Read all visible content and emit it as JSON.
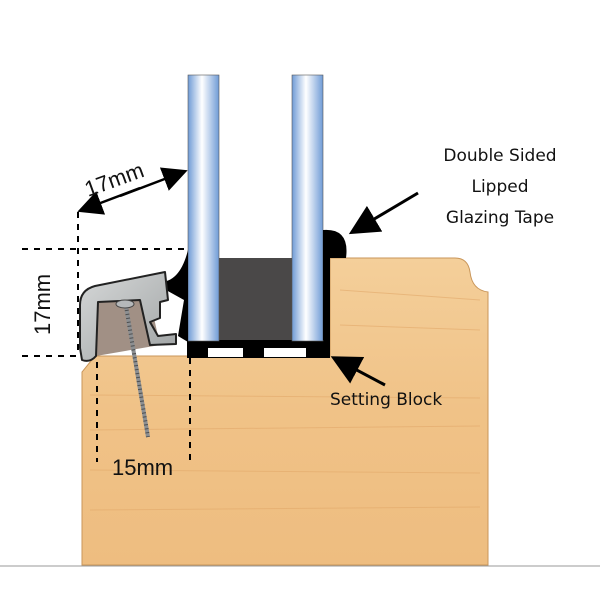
{
  "labels": {
    "tape_line1": "Double Sided",
    "tape_line2": "Lipped",
    "tape_line3": "Glazing Tape",
    "setting_block": "Setting Block",
    "dim_diagonal": "17mm",
    "dim_vertical": "17mm",
    "dim_horizontal": "15mm"
  },
  "colors": {
    "wood": "#f2c890",
    "glass": "#7fa9df",
    "spacer": "#4a4848",
    "bead": "#b9bcbd",
    "tape": "#000000"
  }
}
